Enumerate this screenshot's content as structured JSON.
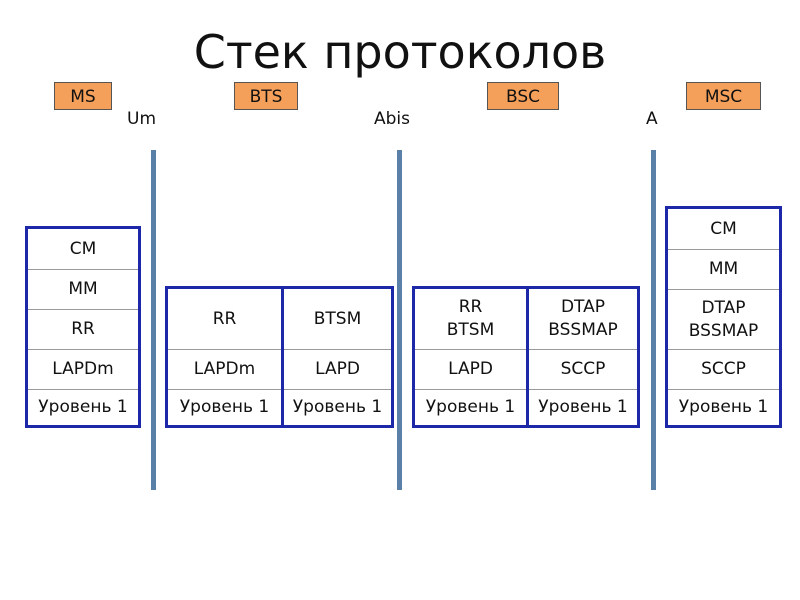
{
  "title": "Стек протоколов",
  "nodes": {
    "ms": "MS",
    "bts": "BTS",
    "bsc": "BSC",
    "msc": "MSC"
  },
  "interfaces": {
    "um": "Um",
    "abis": "Abis",
    "a": "A"
  },
  "stacks": {
    "ms": {
      "cm": "CM",
      "mm": "MM",
      "rr": "RR",
      "lapdm": "LAPDm",
      "level1": "Уровень 1"
    },
    "bts": {
      "left": {
        "rr": "RR",
        "lapdm": "LAPDm",
        "level1": "Уровень 1"
      },
      "right": {
        "btsm": "BTSM",
        "lapd": "LAPD",
        "level1": "Уровень 1"
      }
    },
    "bsc": {
      "left": {
        "rr": "RR",
        "btsm": "BTSM",
        "lapd": "LAPD",
        "level1": "Уровень 1"
      },
      "right": {
        "dtap": "DTAP",
        "bssmap": "BSSMAP",
        "sccp": "SCCP",
        "level1": "Уровень 1"
      }
    },
    "msc": {
      "cm": "CM",
      "mm": "MM",
      "dtap": "DTAP",
      "bssmap": "BSSMAP",
      "sccp": "SCCP",
      "level1": "Уровень 1"
    }
  },
  "colors": {
    "node_fill": "#f5a05a",
    "stack_border": "#1c28a8",
    "interface_line": "#5b80a8"
  }
}
